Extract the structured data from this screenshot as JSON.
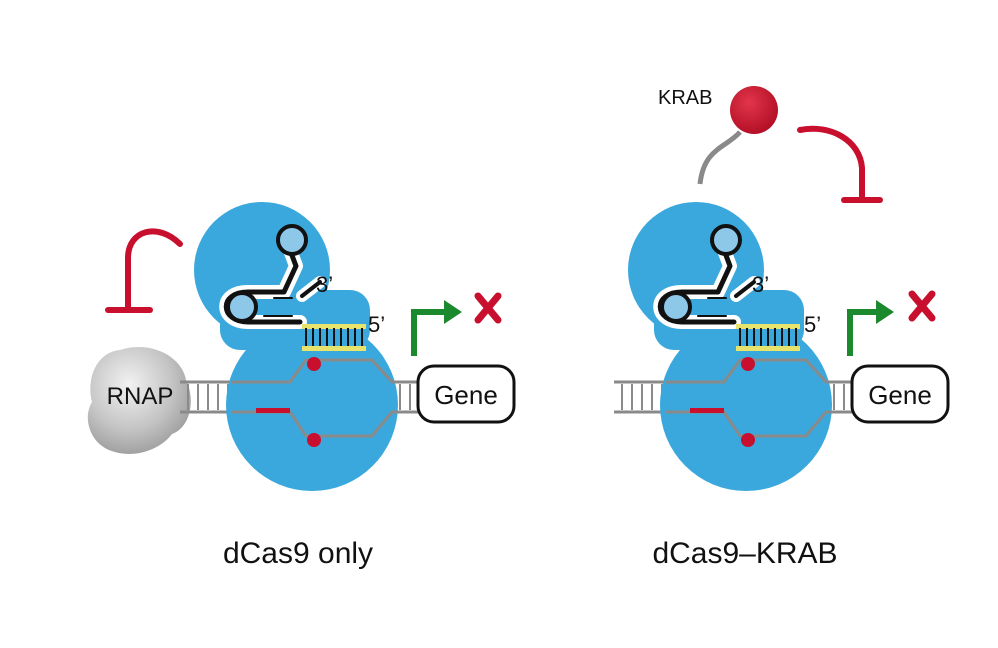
{
  "colors": {
    "dcas9_blue": "#3aa8dc",
    "rna_outline": "#111111",
    "rna_halo": "#ffffff",
    "loop_fill": "#8ec8e8",
    "target_yellow": "#e8e36a",
    "repress_red": "#c8102e",
    "arrow_green": "#1b8a2e",
    "dna_grey": "#8a8a8a",
    "rnap_grey": "#bdbdbd"
  },
  "icons": {
    "repression": "t-bar-inhibition-icon",
    "promoter": "bent-arrow-icon",
    "blocked": "x-cross-icon"
  },
  "panels": [
    {
      "caption": "dCas9 only",
      "rnap_label": "RNAP",
      "gene_label": "Gene",
      "three_prime": "3’",
      "five_prime": "5’"
    },
    {
      "caption": "dCas9–KRAB",
      "krab_label": "KRAB",
      "gene_label": "Gene",
      "three_prime": "3’",
      "five_prime": "5’"
    }
  ]
}
